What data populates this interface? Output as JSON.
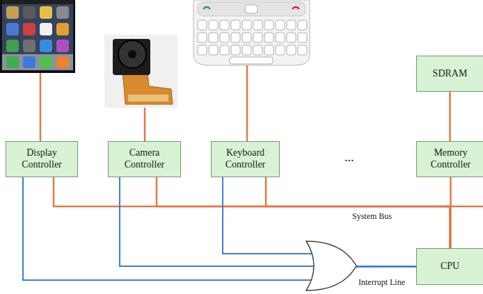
{
  "diagram": {
    "nodes": [
      {
        "text": [
          "SDRAM"
        ]
      },
      {
        "text": [
          "Display Controller"
        ]
      },
      {
        "text": [
          "Camera Controller"
        ]
      },
      {
        "text": [
          "Keyboard Controller"
        ]
      },
      {
        "text": [
          "Memory Controller"
        ]
      },
      {
        "text": [
          "CPU"
        ]
      }
    ],
    "edges": [
      {
        "from": 0,
        "to": 4,
        "arrow": "none"
      },
      {
        "from": 1,
        "to": 5,
        "arrow": "none"
      },
      {
        "from": 2,
        "to": 5,
        "arrow": "none"
      },
      {
        "from": 3,
        "to": 5,
        "arrow": "none"
      },
      {
        "from": 4,
        "to": 5,
        "arrow": "none"
      },
      {
        "from": 1,
        "to": 5,
        "arrow": "none"
      },
      {
        "from": 2,
        "to": 5,
        "arrow": "none"
      },
      {
        "from": 3,
        "to": 5,
        "arrow": "none"
      }
    ],
    "labels": [
      "...",
      "System Bus",
      "Interrupt Line"
    ]
  }
}
